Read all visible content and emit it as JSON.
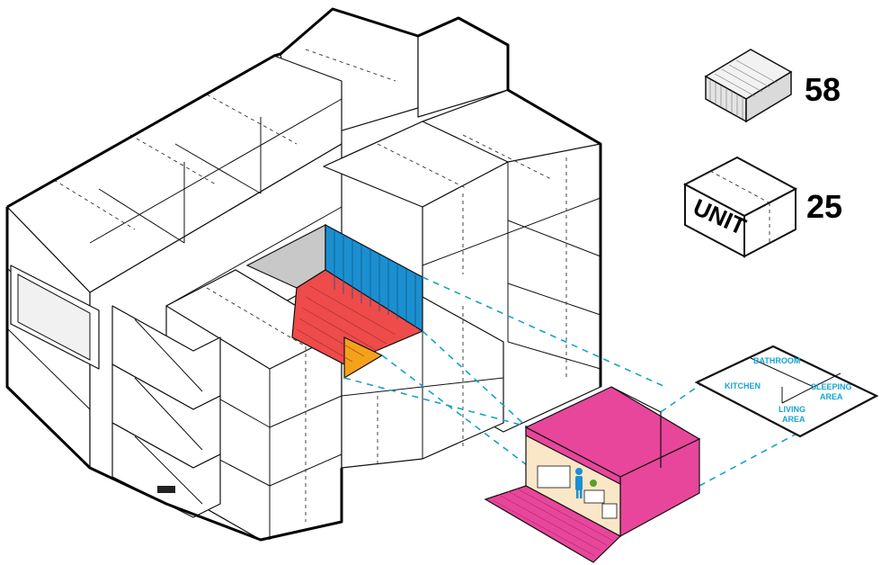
{
  "legend": {
    "container_count": "58",
    "unit_label": "UNIT",
    "unit_count": "25"
  },
  "plan": {
    "rooms": [
      "BATHROOM",
      "KITCHEN",
      "SLEEPING",
      "AREA",
      "LIVING",
      "AREA"
    ]
  },
  "colors": {
    "unit_magenta": "#e8469b",
    "module_blue": "#1b8fd0",
    "module_red": "#ee4b4b",
    "module_yellow": "#f4a21a",
    "module_gray": "#c8c8c8",
    "projection_line": "#17a2c8",
    "plan_text": "#16a4cf"
  },
  "icons": {
    "container": "shipping-container-icon",
    "unit": "unit-box-icon",
    "person": "person-icon"
  }
}
